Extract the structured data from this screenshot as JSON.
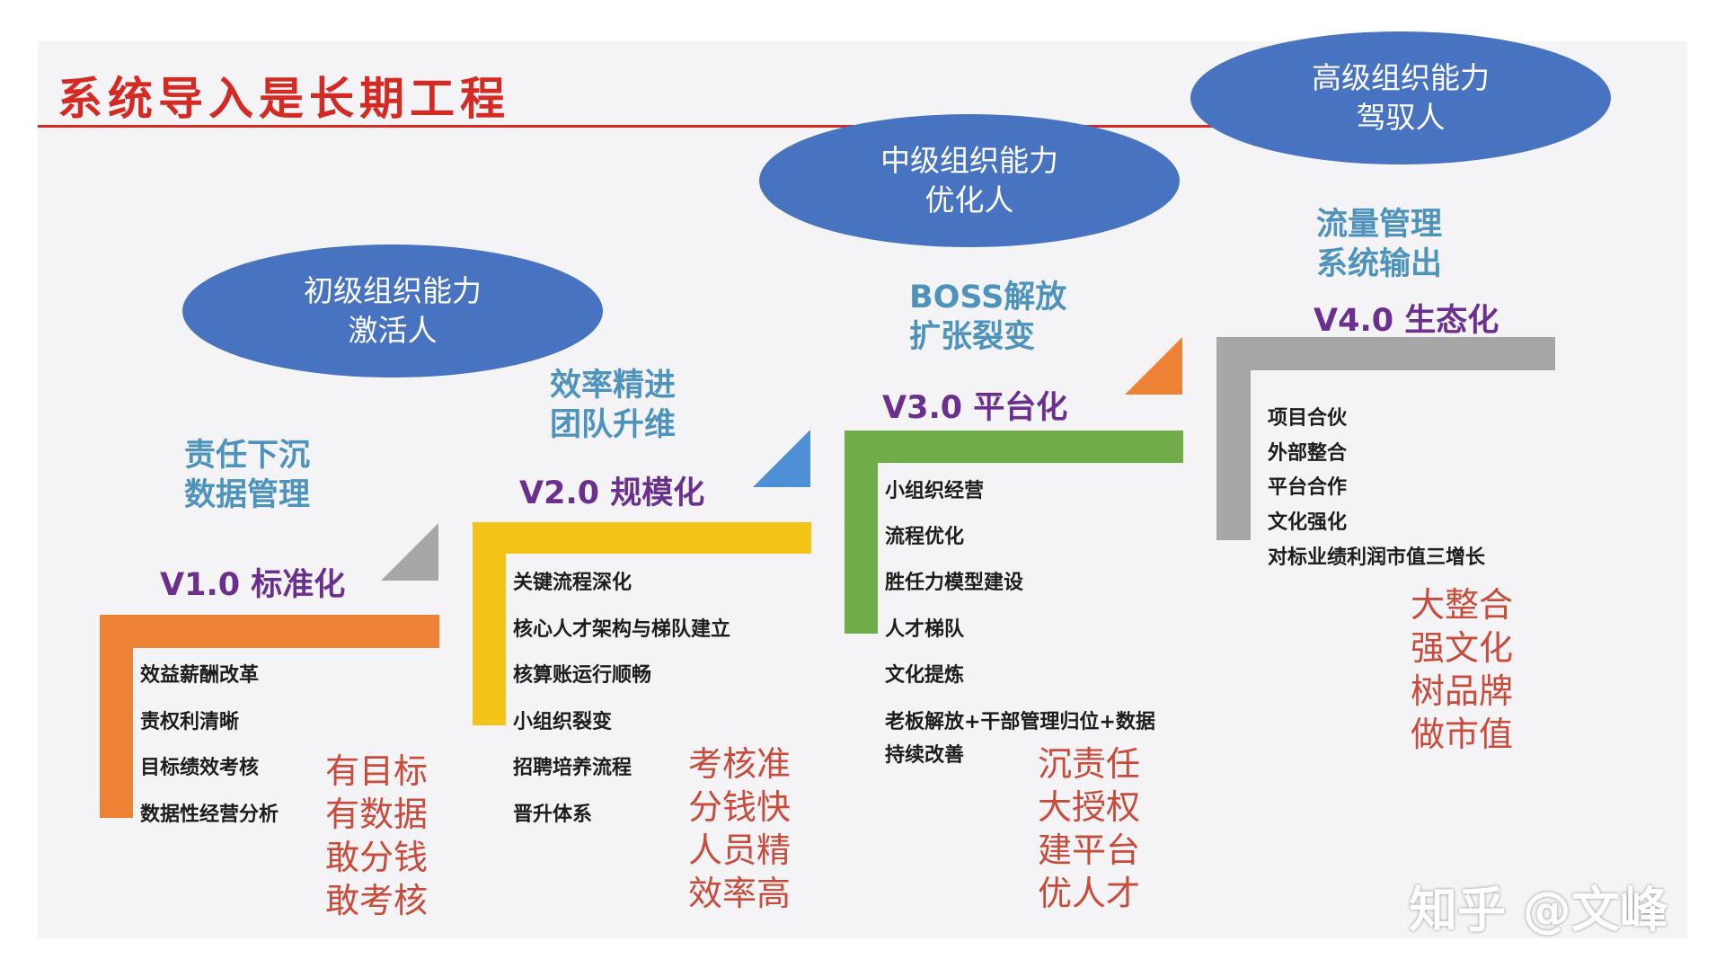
{
  "title": "系统导入是长期工程",
  "ellipses": [
    {
      "line1": "初级组织能力",
      "line2": "激活人"
    },
    {
      "line1": "中级组织能力",
      "line2": "优化人"
    },
    {
      "line1": "高级组织能力",
      "line2": "驾驭人"
    }
  ],
  "stages": [
    {
      "version": "V1.0 标准化",
      "color": "#ee8234",
      "notes": [
        "责任下沉",
        "数据管理"
      ],
      "items": [
        "效益薪酬改革",
        "责权利清晰",
        "目标绩效考核",
        "数据性经营分析"
      ],
      "slogans": [
        "有目标",
        "有数据",
        "敢分钱",
        "敢考核"
      ],
      "triangle_color": "#a6a6a6"
    },
    {
      "version": "V2.0  规模化",
      "color": "#f3c318",
      "notes": [
        "效率精进",
        "团队升维"
      ],
      "items": [
        "关键流程深化",
        "核心人才架构与梯队建立",
        "核算账运行顺畅",
        "小组织裂变",
        "招聘培养流程",
        "晋升体系"
      ],
      "slogans": [
        "考核准",
        "分钱快",
        "人员精",
        "效率高"
      ],
      "triangle_color": "#4e8fd6"
    },
    {
      "version": "V3.0 平台化",
      "color": "#71ad47",
      "notes": [
        "BOSS解放",
        "扩张裂变"
      ],
      "items": [
        "小组织经营",
        "流程优化",
        "胜任力模型建设",
        "人才梯队",
        "文化提炼",
        "老板解放+干部管理归位+数据",
        "持续改善"
      ],
      "slogans": [
        "沉责任",
        "大授权",
        "建平台",
        "优人才"
      ],
      "triangle_color": "#ee8234"
    },
    {
      "version": "V4.0 生态化",
      "color": "#a6a6a6",
      "notes": [
        "流量管理",
        "系统输出"
      ],
      "items": [
        "项目合伙",
        "外部整合",
        "平台合作",
        "文化强化",
        "对标业绩利润市值三增长"
      ],
      "slogans": [
        "大整合",
        "强文化",
        "树品牌",
        "做市值"
      ]
    }
  ],
  "watermark": "知乎 @文峰"
}
